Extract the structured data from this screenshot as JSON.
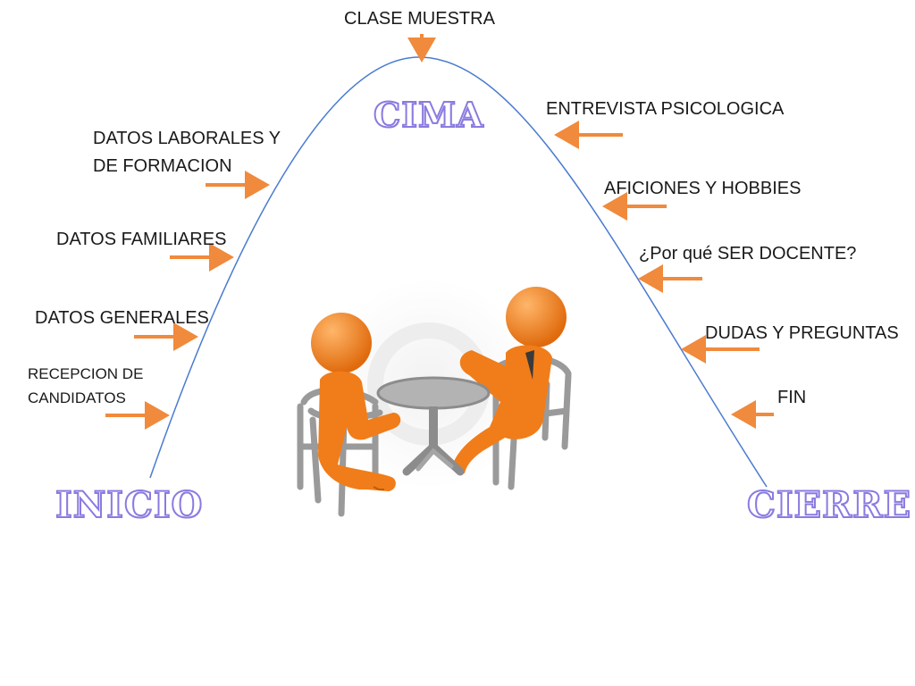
{
  "phases": {
    "start": "INICIO",
    "peak": "CIMA",
    "end": "CIERRE"
  },
  "ascending_steps": [
    {
      "text": "RECEPCION DE CANDIDATOS",
      "lines": [
        "RECEPCION DE",
        "CANDIDATOS"
      ]
    },
    {
      "text": "DATOS GENERALES",
      "lines": [
        "DATOS GENERALES"
      ]
    },
    {
      "text": "DATOS FAMILIARES",
      "lines": [
        "DATOS FAMILIARES"
      ]
    },
    {
      "text": "DATOS LABORALES  Y DE FORMACION",
      "lines": [
        "DATOS LABORALES  Y",
        "DE FORMACION"
      ]
    }
  ],
  "peak_step": {
    "text": "CLASE MUESTRA"
  },
  "descending_steps": [
    {
      "text": "ENTREVISTA PSICOLOGICA"
    },
    {
      "text": "AFICIONES Y HOBBIES"
    },
    {
      "text": "¿Por qué SER DOCENTE?"
    },
    {
      "text": "DUDAS Y PREGUNTAS"
    },
    {
      "text": "FIN"
    }
  ],
  "colors": {
    "curve": "#4a7bd0",
    "arrow": "#f08a3c",
    "figure": "#f07d1a",
    "chair": "#9a9a9a",
    "table": "#8c8c8c",
    "phase_outline": "#8a7be0"
  },
  "illustration": "two-figures-at-table-icon"
}
